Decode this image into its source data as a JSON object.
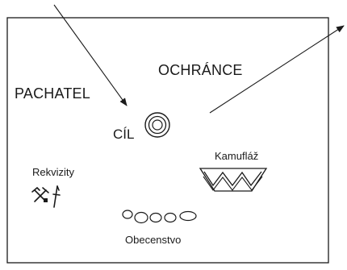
{
  "diagram": {
    "labels": {
      "offender": "PACHATEL",
      "guardian": "OCHRÁNCE",
      "target": "CÍL",
      "props": "Rekvizity",
      "camouflage": "Kamufláž",
      "audience": "Obecenstvo"
    },
    "icons": {
      "target": "concentric-target-icon",
      "props": "tools-icon",
      "camouflage": "zigzag-camouflage-icon",
      "audience": "ovals-crowd-icon"
    },
    "colors": {
      "stroke": "#1a1a1a",
      "background": "#ffffff"
    }
  }
}
